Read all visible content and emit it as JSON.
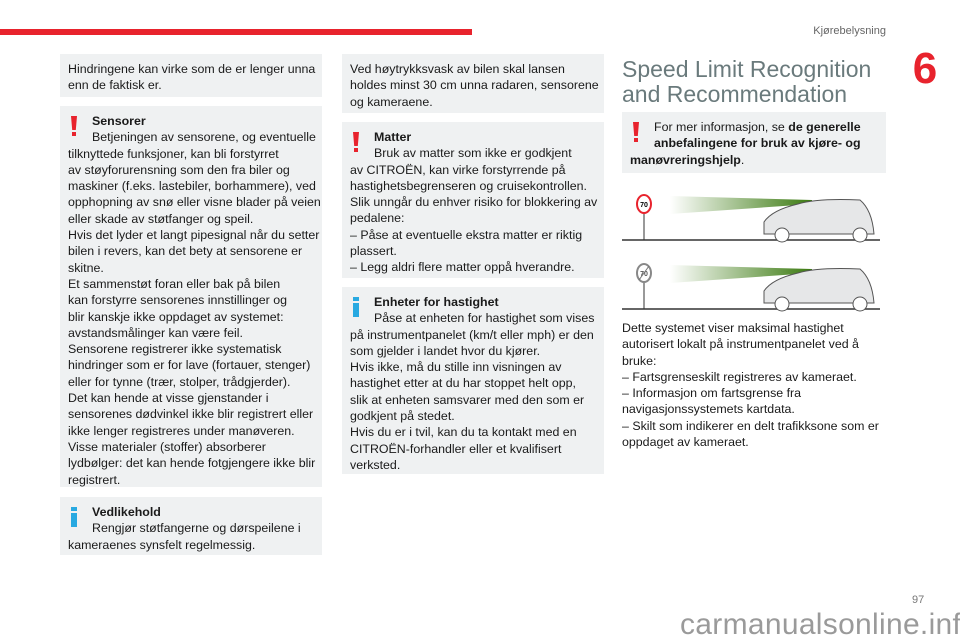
{
  "header": {
    "section": "Kjørebelysning",
    "chapter": "6"
  },
  "col1": {
    "note": [
      "Hindringene kan virke som de er lenger unna",
      "enn de faktisk er."
    ],
    "sensorer": {
      "title": "Sensorer",
      "lines": [
        "Betjeningen av sensorene, og eventuelle",
        "tilknyttede funksjoner, kan bli forstyrret",
        "av støyforurensning som den fra biler og",
        "maskiner (f.eks. lastebiler, borhammere), ved",
        "opphopning av snø eller visne blader på veien",
        "eller skade av støtfanger og speil.",
        "Hvis det lyder et langt pipesignal når du setter",
        "bilen i revers, kan det bety at sensorene er",
        "skitne.",
        "Et sammenstøt foran eller bak på bilen",
        "kan forstyrre sensorenes innstillinger og",
        "blir kanskje ikke oppdaget av systemet:",
        "avstandsmålinger kan være feil.",
        "Sensorene registrerer ikke systematisk",
        "hindringer som er for lave (fortauer, stenger)",
        "eller for tynne (trær, stolper, trådgjerder).",
        "Det kan hende at visse gjenstander i",
        "sensorenes dødvinkel ikke blir registrert eller",
        "ikke lenger registreres under manøveren.",
        "Visse materialer (stoffer) absorberer",
        "lydbølger: det kan hende fotgjengere ikke blir",
        "registrert."
      ]
    },
    "vedlikehold": {
      "title": "Vedlikehold",
      "lines": [
        "Rengjør støtfangerne og dørspeilene i",
        "kameraenes synsfelt regelmessig."
      ]
    }
  },
  "col2": {
    "note": [
      "Ved høytrykksvask av bilen skal lansen",
      "holdes minst 30 cm unna radaren, sensorene",
      "og kameraene."
    ],
    "matter": {
      "title": "Matter",
      "lines": [
        "Bruk av matter som ikke er godkjent",
        "av CITROËN, kan virke forstyrrende på",
        "hastighetsbegrenseren og cruisekontrollen.",
        "Slik unngår du enhver risiko for blokkering av",
        "pedalene:",
        "–  Påse at eventuelle ekstra matter er riktig",
        "plassert.",
        "–  Legg aldri flere matter oppå hverandre."
      ]
    },
    "enheter": {
      "title": "Enheter for hastighet",
      "lines": [
        "Påse at enheten for hastighet som vises",
        "på instrumentpanelet (km/t eller mph) er den",
        "som gjelder i landet hvor du kjører.",
        "Hvis ikke, må du stille inn visningen av",
        "hastighet etter at du har stoppet helt opp,",
        "slik at enheten samsvarer med den som er",
        "godkjent på stedet.",
        "Hvis du er i tvil, kan du ta kontakt med en",
        "CITROËN-forhandler eller et kvalifisert",
        "verksted."
      ]
    }
  },
  "col3": {
    "title": [
      "Speed Limit Recognition",
      "and Recommendation"
    ],
    "info": {
      "prefix": "For mer informasjon, se ",
      "bold1": "de generelle",
      "bold2": "anbefalingene for bruk av kjøre- og",
      "bold3": "manøvreringshjelp",
      "suffix": "."
    },
    "sign_value": "70",
    "para": [
      "Dette systemet viser maksimal hastighet",
      "autorisert lokalt på instrumentpanelet ved å",
      "bruke:",
      "–  Fartsgrenseskilt registreres av kameraet.",
      "–  Informasjon om fartsgrense fra",
      "navigasjonssystemets kartdata.",
      "–  Skilt som indikerer en delt trafikksone som er",
      "oppdaget av kameraet."
    ]
  },
  "footer": {
    "page": "97",
    "watermark": "carmanualsonline.info"
  },
  "colors": {
    "accent": "#e8232d",
    "info": "#28a9e1",
    "box": "#eff1f2"
  }
}
